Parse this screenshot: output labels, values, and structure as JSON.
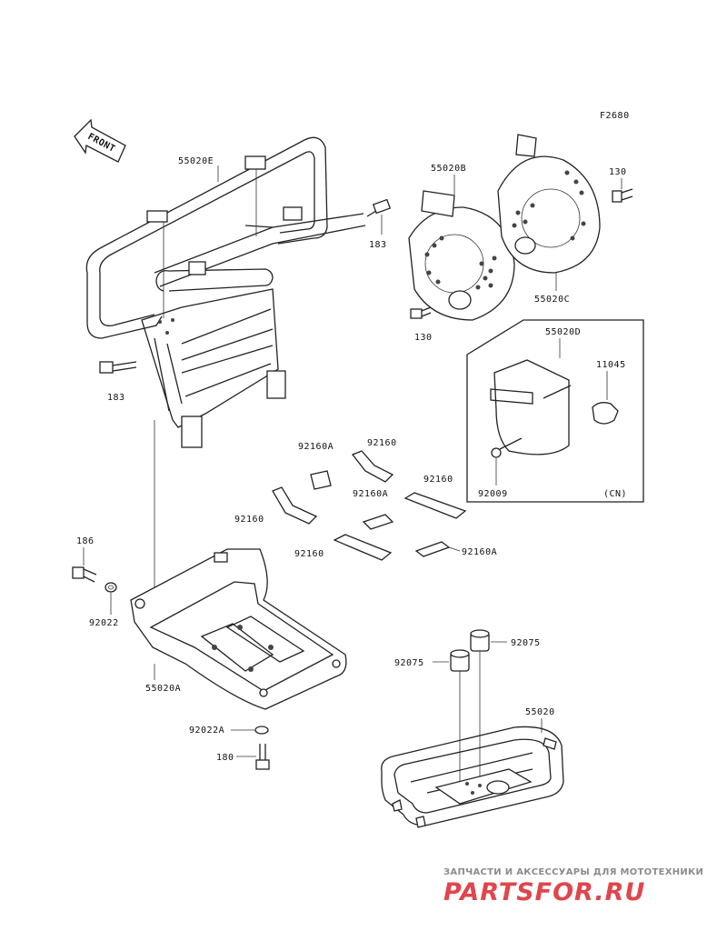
{
  "figure_code": "F2680",
  "front_arrow_label": "FRONT",
  "labels": {
    "p55020E": "55020E",
    "p183_top": "183",
    "p183_left": "183",
    "p55020B": "55020B",
    "p130_top": "130",
    "p130_bottom": "130",
    "p55020C": "55020C",
    "p55020D": "55020D",
    "p11045": "11045",
    "p92009": "92009",
    "cn": "(CN)",
    "p92160A_1": "92160A",
    "p92160_1": "92160",
    "p92160A_2": "92160A",
    "p92160_2": "92160",
    "p92160_3": "92160",
    "p92160_4": "92160",
    "p92160A_3": "92160A",
    "p186": "186",
    "p92022": "92022",
    "p55020A": "55020A",
    "p92022A": "92022A",
    "p180": "180",
    "p92075_right": "92075",
    "p92075_left": "92075",
    "p55020": "55020"
  },
  "watermark": {
    "tagline": "ЗАПЧАСТИ И АКСЕССУАРЫ ДЛЯ МОТОТЕХНИКИ",
    "brand": "PARTSFOR.RU"
  },
  "colors": {
    "line": "#222222",
    "watermark_brand": "#e0464c",
    "watermark_tagline": "#8c8c8c"
  }
}
